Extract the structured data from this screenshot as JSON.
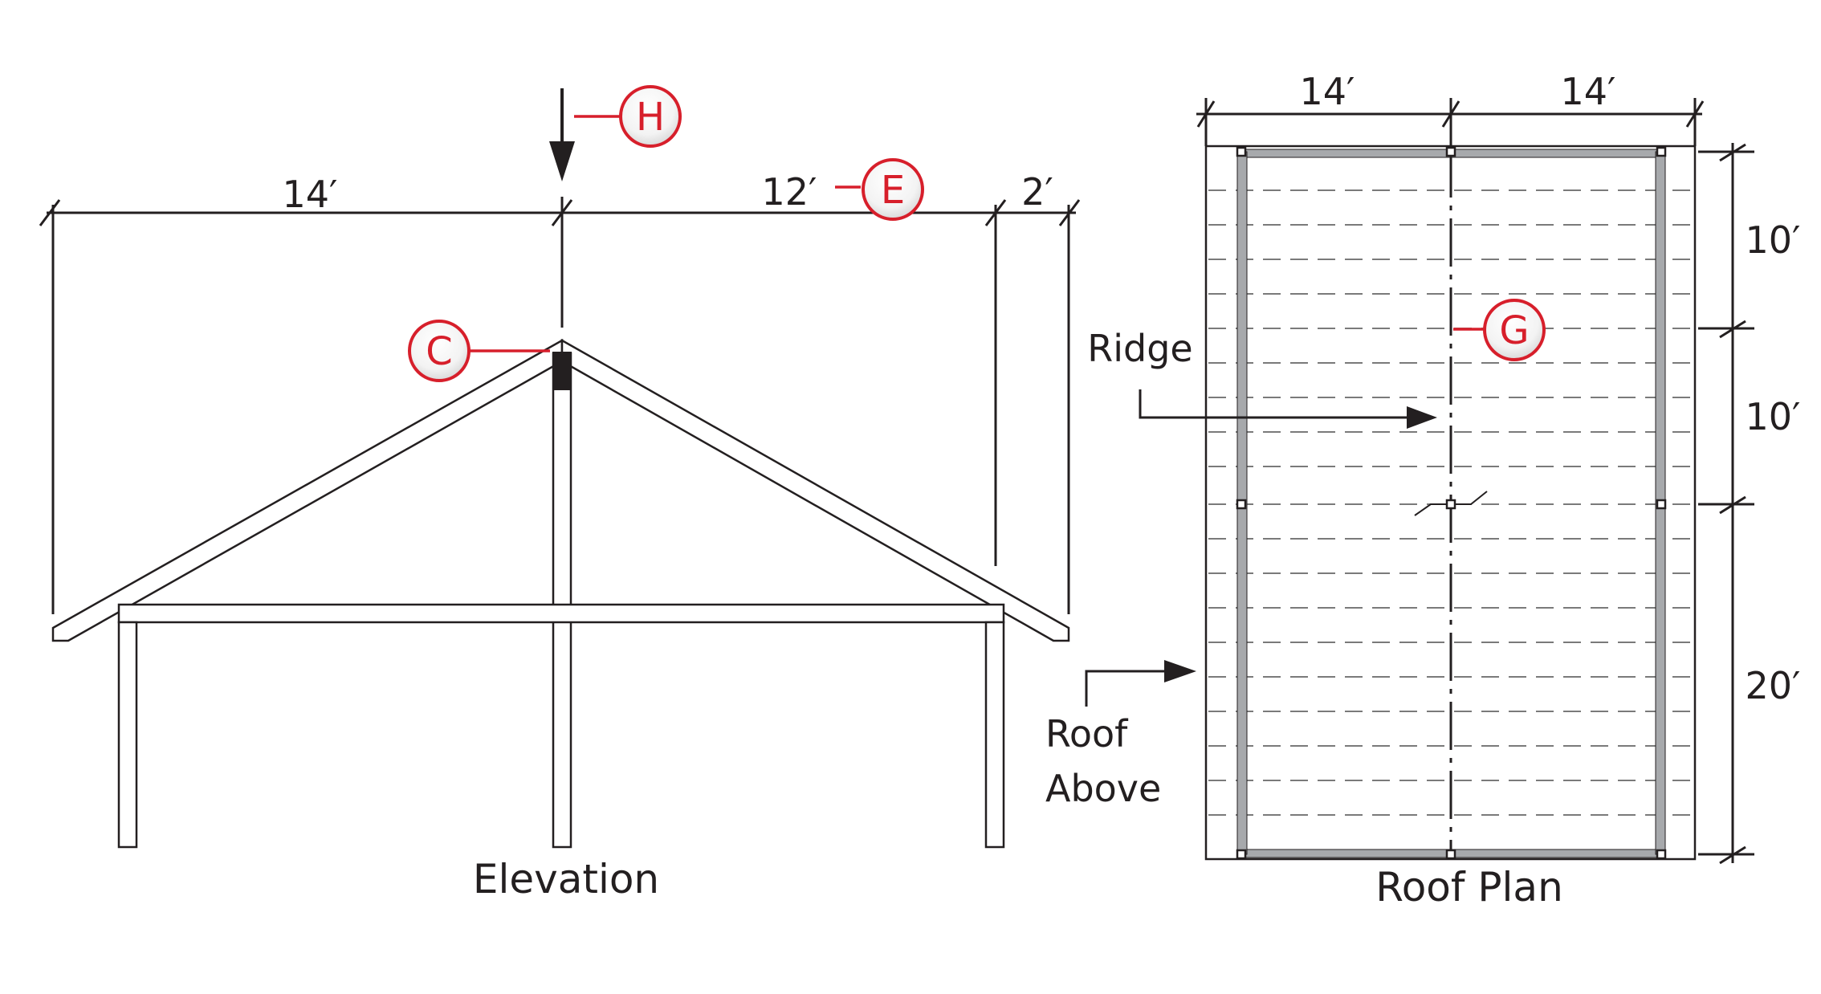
{
  "elevation": {
    "title": "Elevation",
    "dims": {
      "left_span": "14′",
      "right_span": "12′",
      "overhang": "2′"
    }
  },
  "roof_plan": {
    "title": "Roof Plan",
    "dims": {
      "top_left": "14′",
      "top_right": "14′",
      "side_1": "10′",
      "side_2": "10′",
      "side_3": "20′"
    },
    "labels": {
      "ridge": "Ridge",
      "roof_line1": "Roof",
      "roof_line2": "Above"
    }
  },
  "callouts": {
    "h": "H",
    "e": "E",
    "c": "C",
    "g": "G"
  },
  "colors": {
    "ink": "#231f20",
    "callout_red": "#d71f2b",
    "post_gray": "#a7a9ac"
  }
}
